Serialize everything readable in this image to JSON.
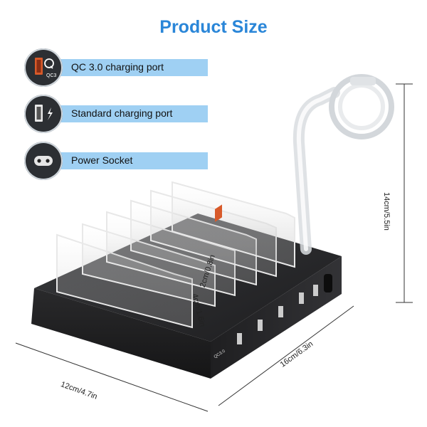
{
  "title": "Product Size",
  "features": [
    {
      "label": "QC 3.0 charging port",
      "icon": "qc3-port-icon",
      "icon_text": "QC3"
    },
    {
      "label": "Standard charging port",
      "icon": "usb-port-icon"
    },
    {
      "label": "Power Socket",
      "icon": "power-socket-icon"
    }
  ],
  "dimensions": {
    "height": "14cm/5.5in",
    "depth": "16cm/6.3in",
    "width": "12cm/4.7in",
    "slot_gap": "2cm/0.8in",
    "slot_height": "4cm/1.6in"
  },
  "port_label": "QC3.0",
  "colors": {
    "title": "#2a86d8",
    "label_bar": "#9fd0f3",
    "device": "#1f1f21"
  }
}
